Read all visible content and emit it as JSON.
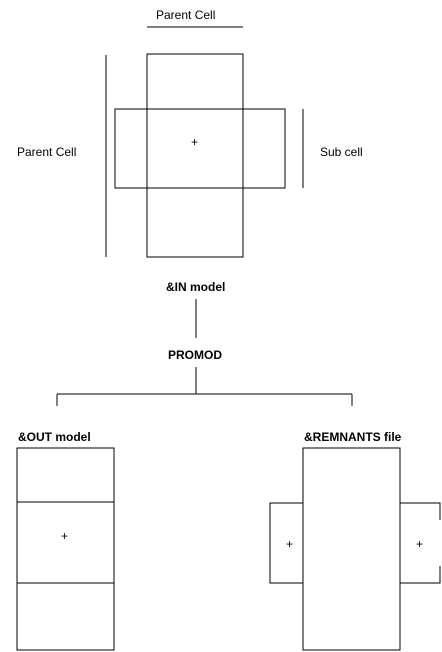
{
  "top_diagram": {
    "parent_cell_top": "Parent Cell",
    "parent_cell_left": "Parent Cell",
    "sub_cell": "Sub cell",
    "center_mark": "+"
  },
  "flow": {
    "in_model": "&IN model",
    "promod": "PROMOD"
  },
  "out_model": {
    "title": "&OUT model",
    "center_mark": "+"
  },
  "remnants_file": {
    "title": "&REMNANTS file",
    "left_mark": "+",
    "right_mark": "+"
  }
}
